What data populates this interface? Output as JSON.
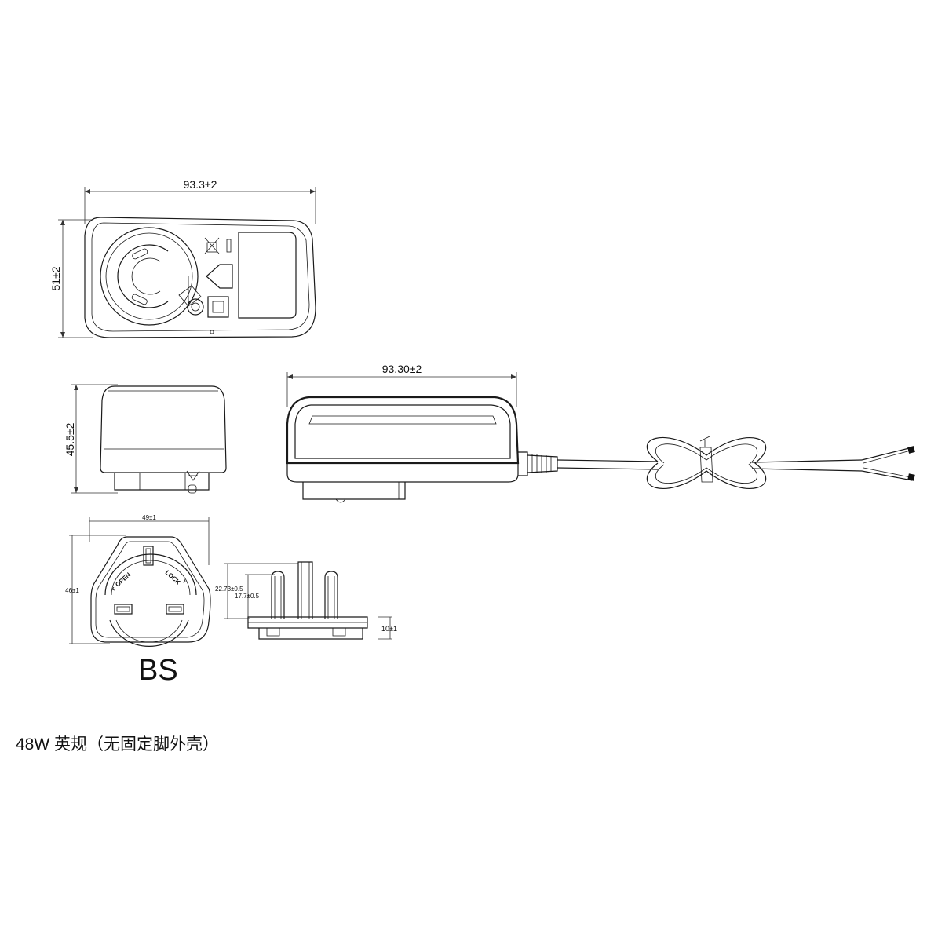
{
  "dimensions": {
    "top_width": "93.3±2",
    "top_height": "51±2",
    "side_height": "45.5±2",
    "front_width": "93.30±2",
    "plug_width": "49±1",
    "plug_height": "46±1",
    "pin_22": "22.73±0.5",
    "pin_17": "17.7±0.5",
    "base_10": "10±1"
  },
  "plug_labels": {
    "open": "OPEN",
    "lock": "LOCK"
  },
  "plug_type": "BS",
  "caption": "48W 英规（无固定脚外壳）"
}
